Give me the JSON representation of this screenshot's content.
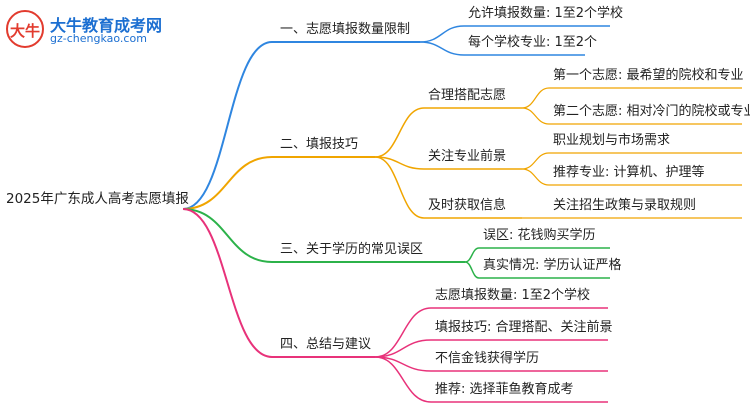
{
  "logo": {
    "title": "大牛教育成考网",
    "url": "gz-chengkao.com",
    "badge": "大牛"
  },
  "colors": {
    "branch1": "#2f86e0",
    "branch2": "#f0a500",
    "branch3": "#2cb24a",
    "branch4": "#e8327a"
  },
  "root": "2025年广东成人高考志愿填报",
  "branches": [
    {
      "label": "一、志愿填报数量限制",
      "children": [
        {
          "label": "允许填报数量: 1至2个学校"
        },
        {
          "label": "每个学校专业: 1至2个"
        }
      ]
    },
    {
      "label": "二、填报技巧",
      "children": [
        {
          "label": "合理搭配志愿",
          "children": [
            {
              "label": "第一个志愿: 最希望的院校和专业"
            },
            {
              "label": "第二个志愿: 相对冷门的院校或专业"
            }
          ]
        },
        {
          "label": "关注专业前景",
          "children": [
            {
              "label": "职业规划与市场需求"
            },
            {
              "label": "推荐专业: 计算机、护理等"
            }
          ]
        },
        {
          "label": "及时获取信息",
          "children": [
            {
              "label": "关注招生政策与录取规则"
            }
          ]
        }
      ]
    },
    {
      "label": "三、关于学历的常见误区",
      "children": [
        {
          "label": "误区: 花钱购买学历"
        },
        {
          "label": "真实情况: 学历认证严格"
        }
      ]
    },
    {
      "label": "四、总结与建议",
      "children": [
        {
          "label": "志愿填报数量: 1至2个学校"
        },
        {
          "label": "填报技巧: 合理搭配、关注前景"
        },
        {
          "label": "不信金钱获得学历"
        },
        {
          "label": "推荐: 选择菲鱼教育成考"
        }
      ]
    }
  ]
}
